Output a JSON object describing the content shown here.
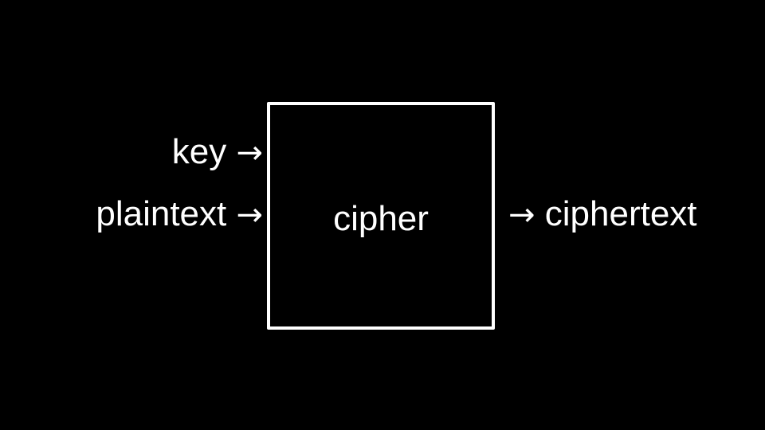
{
  "diagram": {
    "box": {
      "label": "cipher"
    },
    "inputs": [
      {
        "label": "key",
        "arrow": "→"
      },
      {
        "label": "plaintext",
        "arrow": "→"
      }
    ],
    "output": {
      "arrow": "→",
      "label": "ciphertext"
    }
  },
  "colors": {
    "background": "#000000",
    "foreground": "#ffffff"
  }
}
